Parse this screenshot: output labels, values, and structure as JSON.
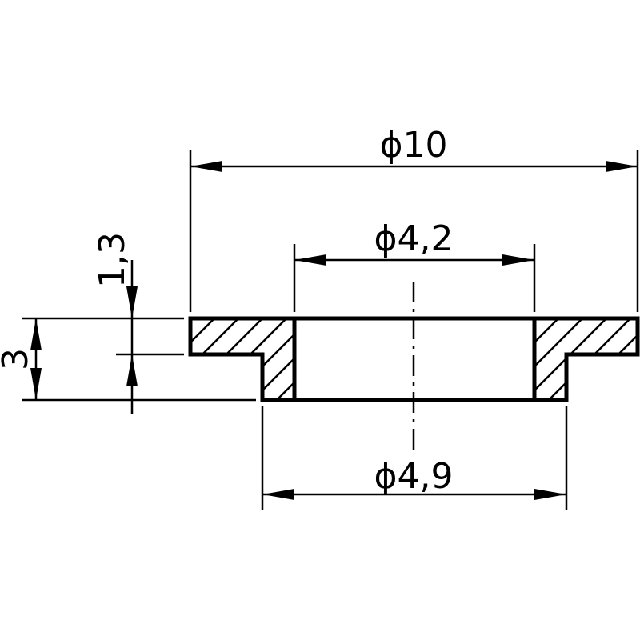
{
  "drawing": {
    "dimensions": {
      "outer_diameter": "10",
      "bore_diameter": "4,2",
      "spigot_diameter": "4,9",
      "total_height": "3",
      "flange_thickness": "1,3"
    },
    "diameter_symbol": "ϕ"
  }
}
